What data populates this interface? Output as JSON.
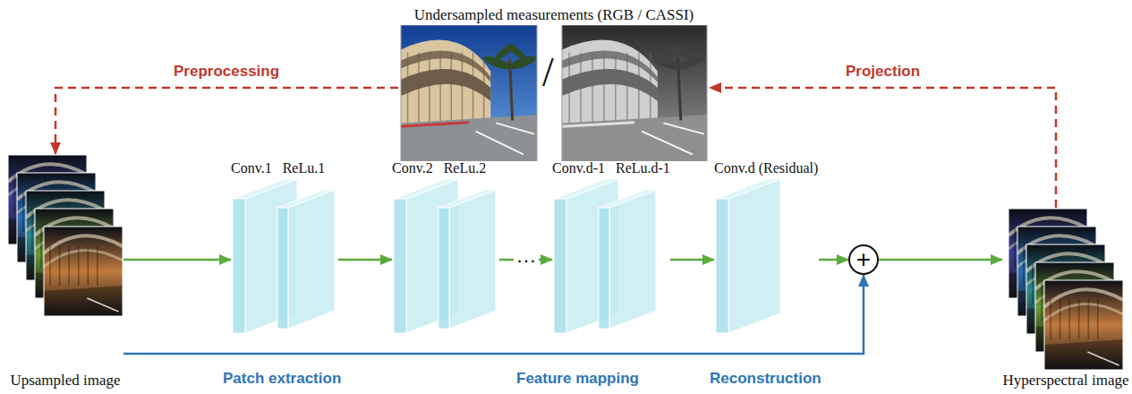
{
  "diagram": {
    "nodes": [
      {
        "text": [
          "Undersampled measurements (RGB / CASSI)"
        ]
      },
      {
        "text": [
          "Upsampled image"
        ]
      },
      {
        "text": [
          "Conv.1",
          "ReLu.1"
        ]
      },
      {
        "text": [
          "Conv.2",
          "ReLu.2"
        ]
      },
      {
        "text": [
          "Conv.d-1",
          "ReLu.d-1"
        ]
      },
      {
        "text": [
          "Conv.d (Residual)"
        ]
      },
      {
        "text": [
          "+"
        ]
      },
      {
        "text": [
          "Hyperspectral image"
        ]
      }
    ],
    "edges": [
      {
        "from": 0,
        "to": 1,
        "label": "Preprocessing",
        "arrow": "to"
      },
      {
        "from": 1,
        "to": 2,
        "arrow": "to"
      },
      {
        "from": 2,
        "to": 3,
        "arrow": "to"
      },
      {
        "from": 3,
        "to": 4,
        "label": "…",
        "arrow": "to"
      },
      {
        "from": 4,
        "to": 5,
        "arrow": "to"
      },
      {
        "from": 5,
        "to": 6,
        "arrow": "to"
      },
      {
        "from": 1,
        "to": 6,
        "arrow": "to"
      },
      {
        "from": 6,
        "to": 7,
        "arrow": "to"
      },
      {
        "from": 7,
        "to": 0,
        "label": "Projection",
        "arrow": "to"
      }
    ],
    "labels": [
      "/",
      "Patch extraction",
      "Feature mapping",
      "Reconstruction"
    ]
  }
}
